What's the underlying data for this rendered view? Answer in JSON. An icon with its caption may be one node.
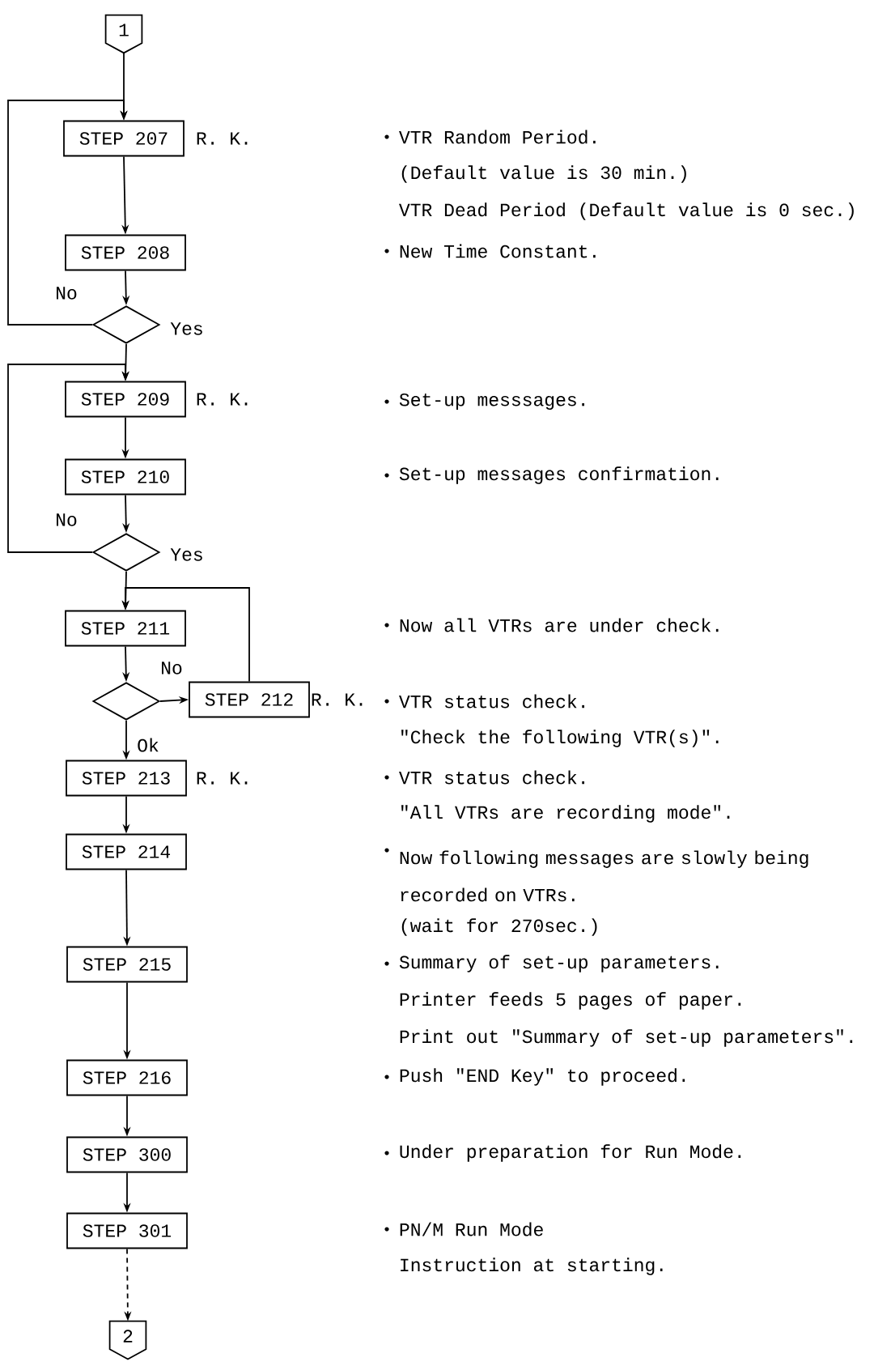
{
  "diagram": {
    "nodes": [
      {
        "text": [
          "1"
        ]
      },
      {
        "text": [
          "STEP 207"
        ],
        "beside": [
          "R. K."
        ]
      },
      {
        "text": [
          "STEP 208"
        ]
      },
      {
        "text": [],
        "shape": "diamond"
      },
      {
        "text": [
          "STEP 209"
        ],
        "beside": [
          "R. K."
        ]
      },
      {
        "text": [
          "STEP 210"
        ]
      },
      {
        "text": [],
        "shape": "diamond"
      },
      {
        "text": [
          "STEP 211"
        ]
      },
      {
        "text": [],
        "shape": "diamond"
      },
      {
        "text": [
          "STEP 212"
        ],
        "beside": [
          "R. K."
        ]
      },
      {
        "text": [
          "STEP 213"
        ],
        "beside": [
          "R. K."
        ]
      },
      {
        "text": [
          "STEP 214"
        ]
      },
      {
        "text": [
          "STEP 215"
        ]
      },
      {
        "text": [
          "STEP 216"
        ]
      },
      {
        "text": [
          "STEP 300"
        ]
      },
      {
        "text": [
          "STEP 301"
        ]
      },
      {
        "text": [
          "2"
        ]
      }
    ],
    "edges": [
      {
        "from": 0,
        "to": 1,
        "arrow": "to"
      },
      {
        "from": 1,
        "to": 2,
        "arrow": "to"
      },
      {
        "from": 2,
        "to": 3,
        "arrow": "to"
      },
      {
        "from": 3,
        "to": 1,
        "arrow": "to",
        "label": "No"
      },
      {
        "from": 3,
        "to": 4,
        "arrow": "to",
        "label": "Yes"
      },
      {
        "from": 4,
        "to": 5,
        "arrow": "to"
      },
      {
        "from": 5,
        "to": 6,
        "arrow": "to"
      },
      {
        "from": 6,
        "to": 4,
        "arrow": "to",
        "label": "No"
      },
      {
        "from": 6,
        "to": 7,
        "arrow": "to",
        "label": "Yes"
      },
      {
        "from": 7,
        "to": 8,
        "arrow": "to"
      },
      {
        "from": 8,
        "to": 9,
        "arrow": "to",
        "label": "No"
      },
      {
        "from": 9,
        "to": 7,
        "arrow": "to"
      },
      {
        "from": 8,
        "to": 10,
        "arrow": "to",
        "label": "Ok"
      },
      {
        "from": 10,
        "to": 11,
        "arrow": "to"
      },
      {
        "from": 11,
        "to": 12,
        "arrow": "to"
      },
      {
        "from": 12,
        "to": 13,
        "arrow": "to"
      },
      {
        "from": 13,
        "to": 14,
        "arrow": "to"
      },
      {
        "from": 14,
        "to": 15,
        "arrow": "to"
      },
      {
        "from": 15,
        "to": 16,
        "arrow": "to",
        "style": "dashed"
      }
    ],
    "labels": [
      "VTR Random Period.",
      "(Default value is 30 min.)",
      "VTR Dead Period (Default value is 0 sec.)",
      "New Time Constant.",
      "Set-up messsages.",
      "Set-up messages confirmation.",
      "Now all VTRs are under check.",
      "VTR status check.",
      "\"Check the following VTR(s)\".",
      "VTR status check.",
      "\"All VTRs are recording mode\".",
      "Now following messages are slowly being recorded on VTRs.",
      "(wait for 270sec.)",
      "Summary of set-up parameters.",
      "Printer feeds 5 pages of paper.",
      "Print out \"Summary of set-up parameters\".",
      "Push \"END Key\" to proceed.",
      "Under preparation for Run Mode.",
      "PN/M Run Mode",
      "Instruction at starting."
    ]
  }
}
